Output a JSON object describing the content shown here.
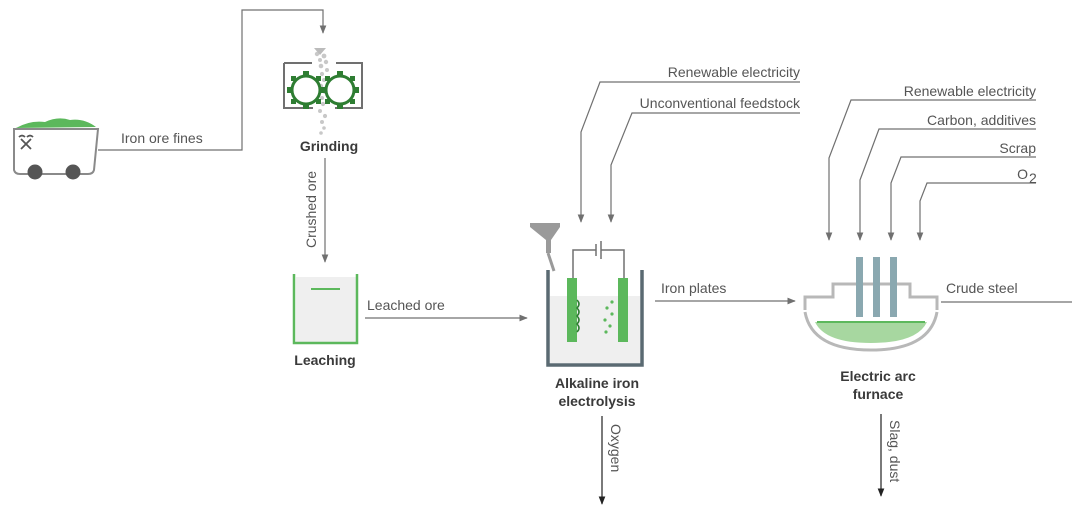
{
  "colors": {
    "green": "#5cb85c",
    "dark_green": "#2e7d32",
    "light_green": "#a7d7a0",
    "grey": "#707070",
    "electrode_blue": "#8aa8b0"
  },
  "stages": {
    "grinding": "Grinding",
    "leaching": "Leaching",
    "electrolysis_line1": "Alkaline iron",
    "electrolysis_line2": "electrolysis",
    "furnace_line1": "Electric arc",
    "furnace_line2": "furnace"
  },
  "flows": {
    "iron_ore_fines": "Iron ore fines",
    "crushed_ore": "Crushed ore",
    "leached_ore": "Leached ore",
    "iron_plates": "Iron plates",
    "crude_steel": "Crude steel",
    "oxygen": "Oxygen",
    "slag_dust": "Slag, dust"
  },
  "electrolysis_inputs": {
    "renewable_electricity": "Renewable electricity",
    "unconventional_feedstock": "Unconventional feedstock"
  },
  "furnace_inputs": {
    "renewable_electricity": "Renewable electricity",
    "carbon_additives": "Carbon, additives",
    "scrap": "Scrap",
    "o2_base": "O",
    "o2_sub": "2"
  },
  "icons": [
    "mine-cart-icon",
    "grinder-icon",
    "leaching-tank-icon",
    "electrolysis-cell-icon",
    "arc-furnace-icon"
  ]
}
